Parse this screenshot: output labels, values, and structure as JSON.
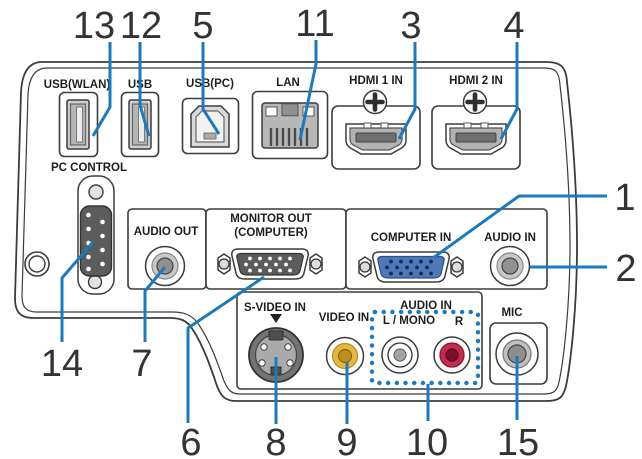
{
  "figure": {
    "description": "Projector rear terminal panel diagram with numbered callouts",
    "accent_color": "#1b7abf",
    "outline_color": "#3c3c3c"
  },
  "labels": {
    "usb_wlan": "USB(WLAN)",
    "usb": "USB",
    "usb_pc": "USB(PC)",
    "lan": "LAN",
    "hdmi1": "HDMI 1 IN",
    "hdmi2": "HDMI 2 IN",
    "pc_control": "PC CONTROL",
    "audio_out": "AUDIO OUT",
    "monitor_out_1": "MONITOR OUT",
    "monitor_out_2": "(COMPUTER)",
    "computer_in": "COMPUTER IN",
    "audio_in": "AUDIO IN",
    "s_video_in": "S-VIDEO IN",
    "video_in": "VIDEO IN",
    "audio_in_lr": "AUDIO IN",
    "l_mono": "L / MONO",
    "r": "R",
    "mic": "MIC"
  },
  "callouts": {
    "n1": "1",
    "n2": "2",
    "n3": "3",
    "n4": "4",
    "n5": "5",
    "n6": "6",
    "n7": "7",
    "n8": "8",
    "n9": "9",
    "n10": "10",
    "n11": "11",
    "n12": "12",
    "n13": "13",
    "n14": "14",
    "n15": "15"
  },
  "connections": [
    {
      "number": "1",
      "target": "COMPUTER IN"
    },
    {
      "number": "2",
      "target": "AUDIO IN"
    },
    {
      "number": "3",
      "target": "HDMI 1 IN"
    },
    {
      "number": "4",
      "target": "HDMI 2 IN"
    },
    {
      "number": "5",
      "target": "USB(PC)"
    },
    {
      "number": "6",
      "target": "MONITOR OUT (COMPUTER)"
    },
    {
      "number": "7",
      "target": "AUDIO OUT"
    },
    {
      "number": "8",
      "target": "S-VIDEO IN"
    },
    {
      "number": "9",
      "target": "VIDEO IN"
    },
    {
      "number": "10",
      "target": "AUDIO IN L/MONO R"
    },
    {
      "number": "11",
      "target": "LAN"
    },
    {
      "number": "12",
      "target": "USB"
    },
    {
      "number": "13",
      "target": "USB(WLAN)"
    },
    {
      "number": "14",
      "target": "PC CONTROL"
    },
    {
      "number": "15",
      "target": "MIC"
    }
  ]
}
